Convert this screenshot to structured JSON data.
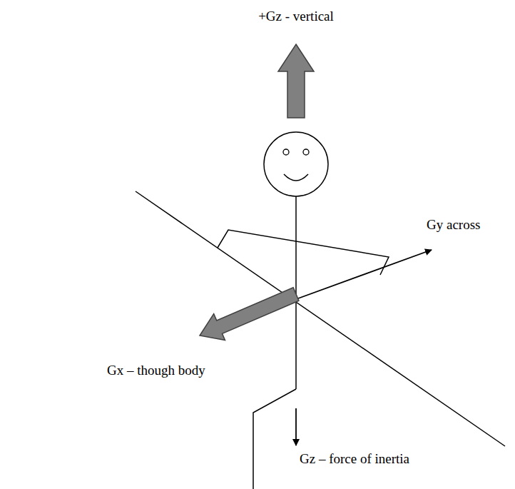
{
  "diagram": {
    "labels": [
      "+Gz - vertical",
      "Gy across",
      "Gx – though body",
      "Gz – force of inertia"
    ]
  }
}
